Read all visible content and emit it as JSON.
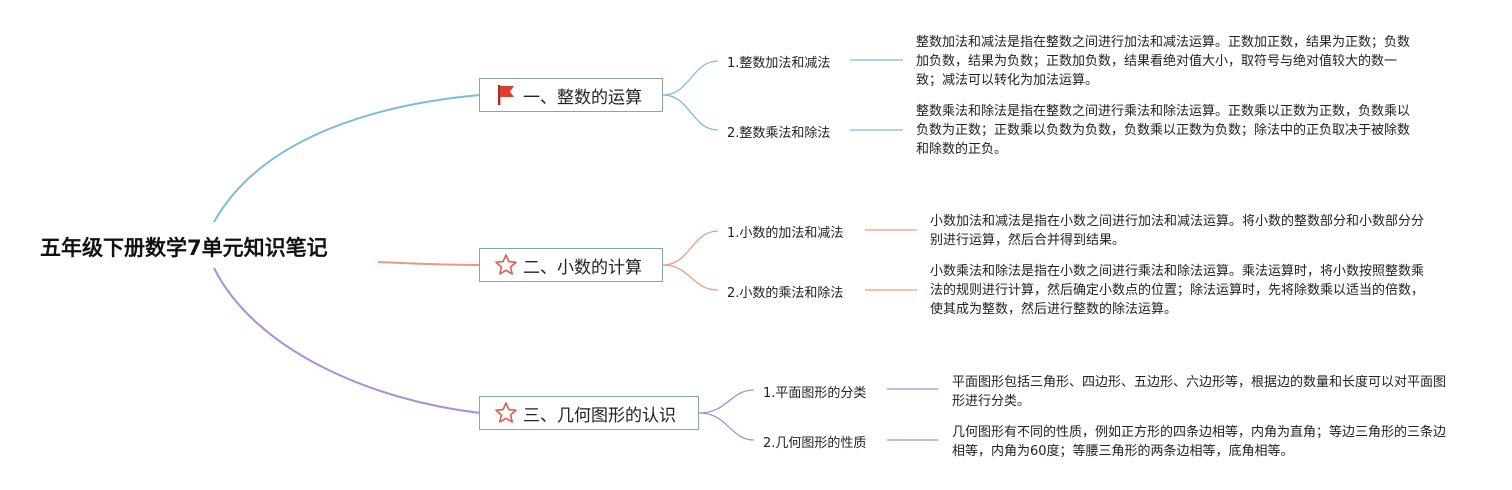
{
  "root": {
    "title": "五年级下册数学7单元知识笔记"
  },
  "colors": {
    "branch1": "#7bbcdd",
    "branch2": "#ee9a7a",
    "branch3": "#a98ed9",
    "flag": "#e03b2f",
    "star": "#e05a4e",
    "box_border": "#86a8a8"
  },
  "branches": [
    {
      "label": "一、整数的运算",
      "icon": "flag-icon",
      "subtopics": [
        {
          "label": "1.整数加法和减法",
          "detail": "整数加法和减法是指在整数之间进行加法和减法运算。正数加正数，结果为正数；负数加负数，结果为负数；正数加负数，结果看绝对值大小，取符号与绝对值较大的数一致；减法可以转化为加法运算。"
        },
        {
          "label": "2.整数乘法和除法",
          "detail": "整数乘法和除法是指在整数之间进行乘法和除法运算。正数乘以正数为正数，负数乘以负数为正数；正数乘以负数为负数，负数乘以正数为负数；除法中的正负取决于被除数和除数的正负。"
        }
      ]
    },
    {
      "label": "二、小数的计算",
      "icon": "star-icon",
      "subtopics": [
        {
          "label": "1.小数的加法和减法",
          "detail": "小数加法和减法是指在小数之间进行加法和减法运算。将小数的整数部分和小数部分分别进行运算，然后合并得到结果。"
        },
        {
          "label": "2.小数的乘法和除法",
          "detail": "小数乘法和除法是指在小数之间进行乘法和除法运算。乘法运算时，将小数按照整数乘法的规则进行计算，然后确定小数点的位置；除法运算时，先将除数乘以适当的倍数，使其成为整数，然后进行整数的除法运算。"
        }
      ]
    },
    {
      "label": "三、几何图形的认识",
      "icon": "star-icon",
      "subtopics": [
        {
          "label": "1.平面图形的分类",
          "detail": "平面图形包括三角形、四边形、五边形、六边形等，根据边的数量和长度可以对平面图形进行分类。"
        },
        {
          "label": "2.几何图形的性质",
          "detail": "几何图形有不同的性质，例如正方形的四条边相等，内角为直角；等边三角形的三条边相等，内角为60度；等腰三角形的两条边相等，底角相等。"
        }
      ]
    }
  ]
}
